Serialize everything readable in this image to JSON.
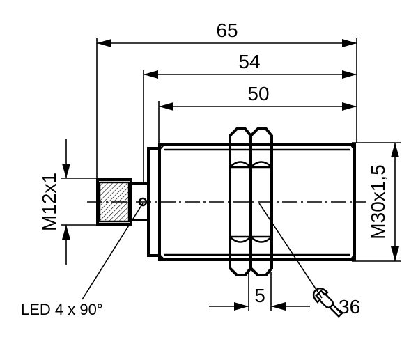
{
  "dimensions": {
    "overall_length": "65",
    "length_54": "54",
    "length_50": "50",
    "connector_thread": "M12x1",
    "body_thread": "M30x1,5",
    "nut_thickness": "5",
    "wrench_size": "36"
  },
  "labels": {
    "led": "LED 4 x 90°"
  },
  "icons": {
    "wrench": "wrench-icon"
  }
}
